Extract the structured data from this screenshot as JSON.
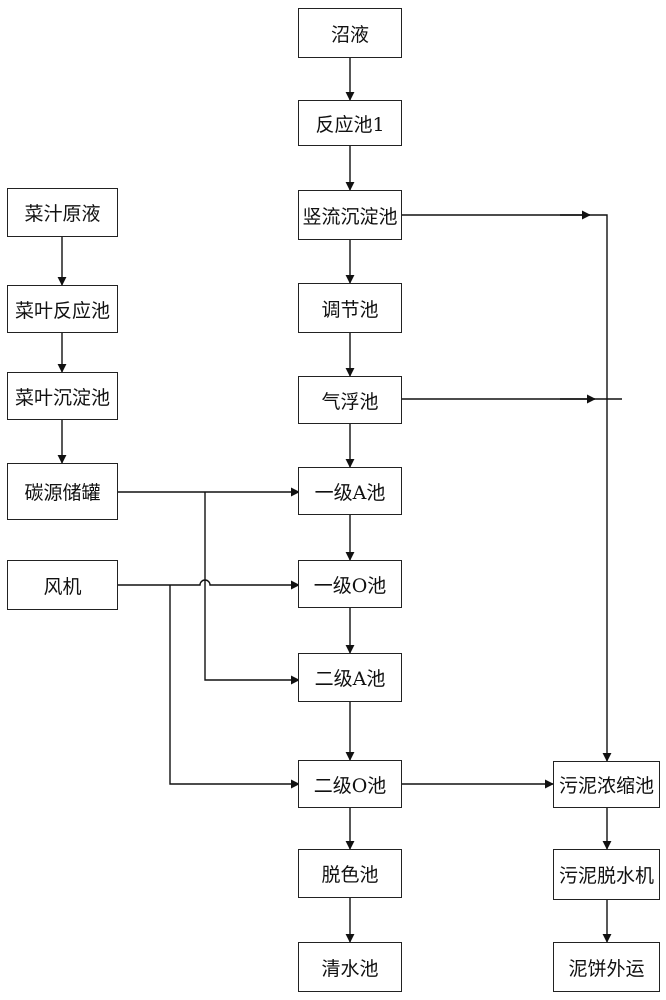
{
  "diagram": {
    "main_column": [
      {
        "id": "digestate",
        "label": "沼液"
      },
      {
        "id": "reactor1",
        "label": "反应池1"
      },
      {
        "id": "vertical_settler",
        "label": "竖流沉淀池"
      },
      {
        "id": "equalization",
        "label": "调节池"
      },
      {
        "id": "air_flotation",
        "label": "气浮池"
      },
      {
        "id": "a1",
        "label": "一级A池"
      },
      {
        "id": "o1",
        "label": "一级O池"
      },
      {
        "id": "a2",
        "label": "二级A池"
      },
      {
        "id": "o2",
        "label": "二级O池"
      },
      {
        "id": "decolor",
        "label": "脱色池"
      },
      {
        "id": "clear_water",
        "label": "清水池"
      }
    ],
    "left_column": [
      {
        "id": "veg_juice",
        "label": "菜汁原液"
      },
      {
        "id": "leaf_reactor",
        "label": "菜叶反应池"
      },
      {
        "id": "leaf_settler",
        "label": "菜叶沉淀池"
      },
      {
        "id": "carbon_tank",
        "label": "碳源储罐"
      },
      {
        "id": "blower",
        "label": "风机"
      }
    ],
    "right_column": [
      {
        "id": "sludge_thickener",
        "label": "污泥浓缩池"
      },
      {
        "id": "sludge_dewater",
        "label": "污泥脱水机"
      },
      {
        "id": "cake_out",
        "label": "泥饼外运"
      }
    ]
  }
}
